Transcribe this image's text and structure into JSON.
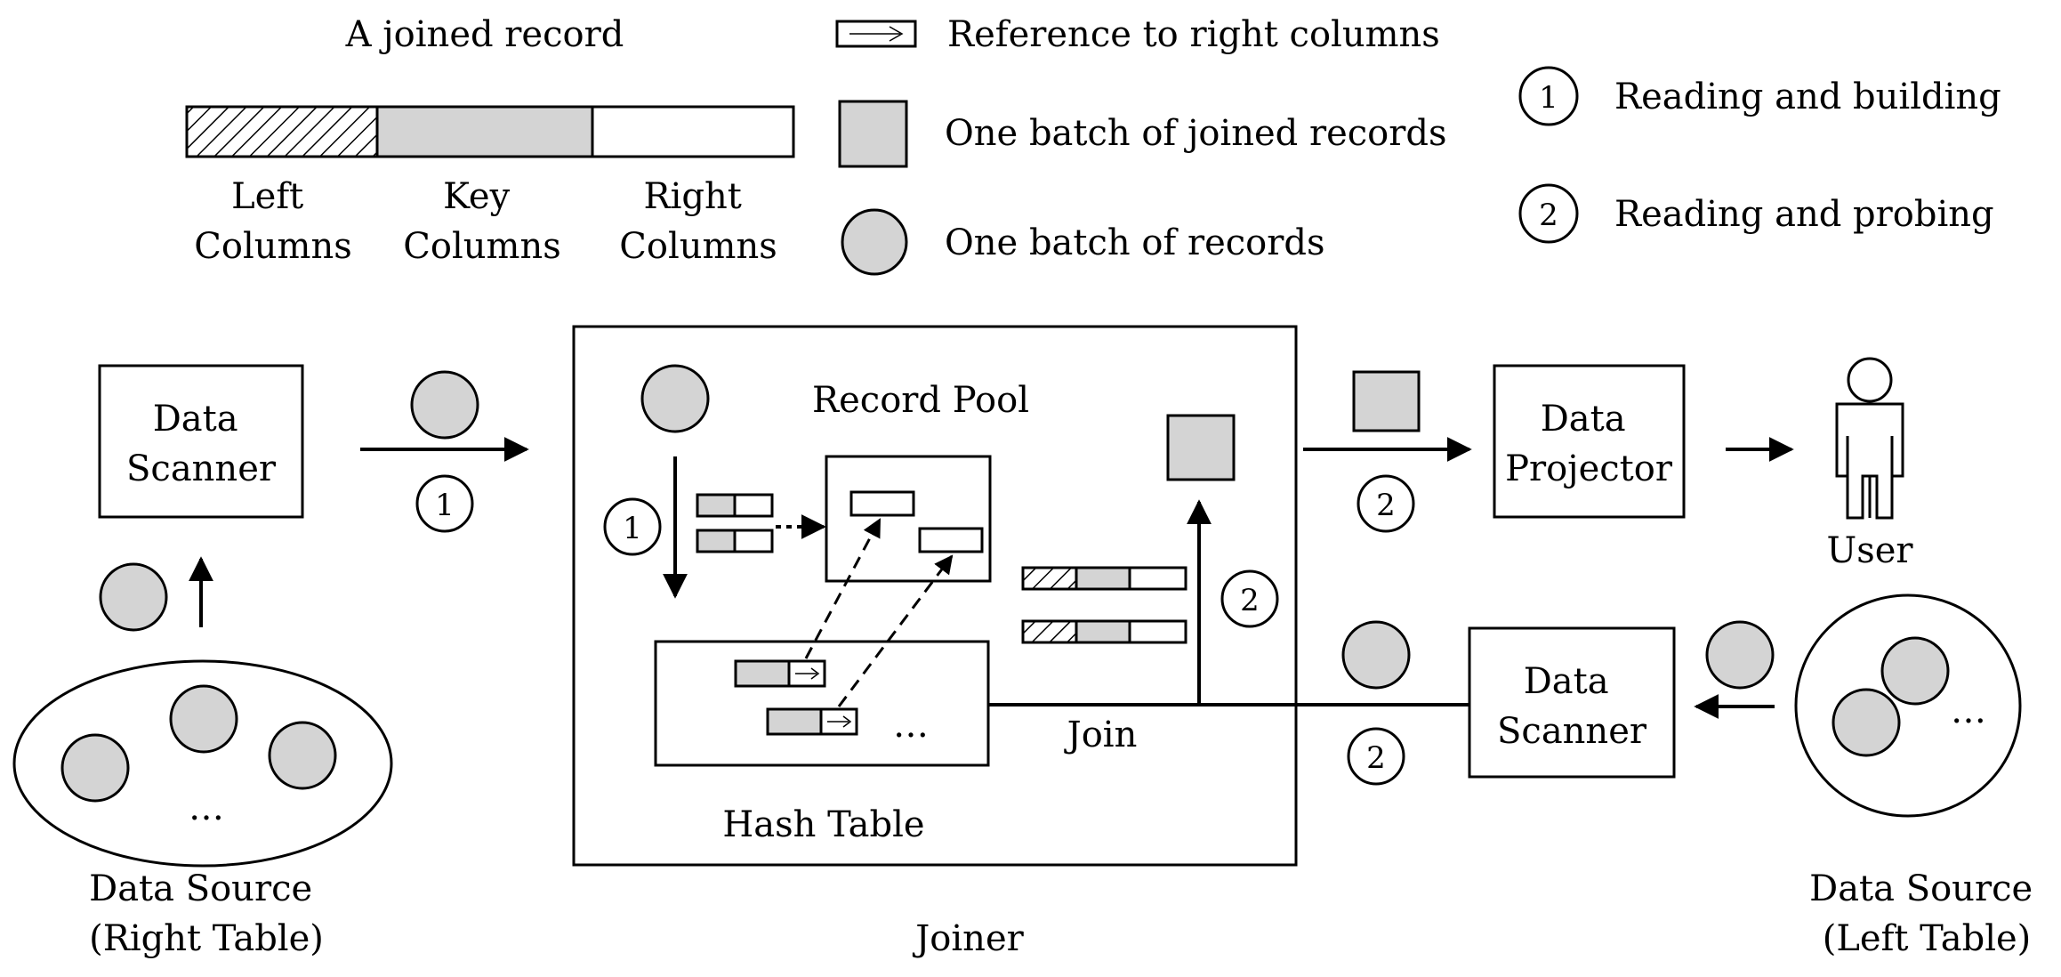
{
  "legend": {
    "joined_record_title": "A joined record",
    "left_columns": [
      "Left",
      "Columns"
    ],
    "key_columns": [
      "Key",
      "Columns"
    ],
    "right_columns": [
      "Right",
      "Columns"
    ],
    "reference_label": "Reference to right columns",
    "joined_batch_label": "One batch of joined records",
    "record_batch_label": "One batch of records",
    "step1_label": "Reading and building",
    "step2_label": "Reading and probing"
  },
  "step_numbers": {
    "one": "1",
    "two": "2"
  },
  "nodes": {
    "right_scanner": [
      "Data",
      "Scanner"
    ],
    "left_scanner": [
      "Data",
      "Scanner"
    ],
    "projector": [
      "Data",
      "Projector"
    ],
    "user": "User",
    "right_source": [
      "Data Source",
      "(Right Table)"
    ],
    "left_source": [
      "Data Source",
      "(Left Table)"
    ],
    "joiner": "Joiner",
    "record_pool": "Record Pool",
    "hash_table": "Hash Table",
    "join": "Join",
    "ellipsis": "…"
  },
  "colors": {
    "batch_fill": "#d4d4d4",
    "stroke": "#000000",
    "background": "#ffffff"
  }
}
